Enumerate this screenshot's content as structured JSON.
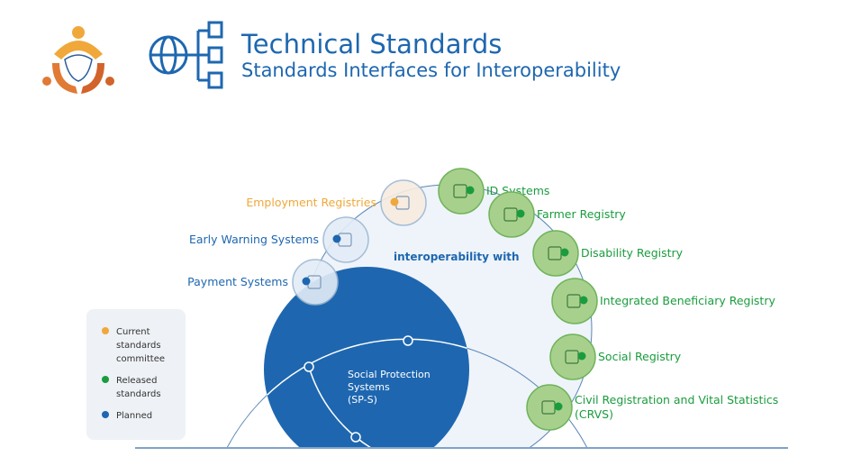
{
  "header": {
    "title": "Technical Standards",
    "subtitle": "Standards Interfaces for Interoperability"
  },
  "colors": {
    "blue": "#1e67b0",
    "green": "#1a9c3e",
    "orange": "#f0a83a",
    "light": "#eef4fa"
  },
  "diagram": {
    "center_label": [
      "Social Protection",
      "Systems",
      "(SP-S)"
    ],
    "ring_label": "interoperability with",
    "nodes": [
      {
        "label": "Employment Registries",
        "status": "current",
        "icon": "building-icon"
      },
      {
        "label": "ID Systems",
        "status": "released",
        "icon": "id-card-icon"
      },
      {
        "label": "Farmer Registry",
        "status": "released",
        "icon": "farmer-icon"
      },
      {
        "label": "Disability Registry",
        "status": "released",
        "icon": "wheelchair-icon"
      },
      {
        "label": "Integrated Beneficiary Registry",
        "status": "released",
        "icon": "hand-icon"
      },
      {
        "label": "Social Registry",
        "status": "released",
        "icon": "document-icon"
      },
      {
        "label": "Civil Registration and Vital Statistics",
        "label2": "(CRVS)",
        "status": "released",
        "icon": "family-icon"
      },
      {
        "label": "Early Warning Systems",
        "status": "planned",
        "icon": "siren-icon"
      },
      {
        "label": "Payment Systems",
        "status": "planned",
        "icon": "coins-icon"
      }
    ]
  },
  "legend": [
    {
      "lines": [
        "Current",
        "standards",
        "committee"
      ],
      "status": "current"
    },
    {
      "lines": [
        "Released",
        "standards"
      ],
      "status": "released"
    },
    {
      "lines": [
        "Planned"
      ],
      "status": "planned"
    }
  ]
}
